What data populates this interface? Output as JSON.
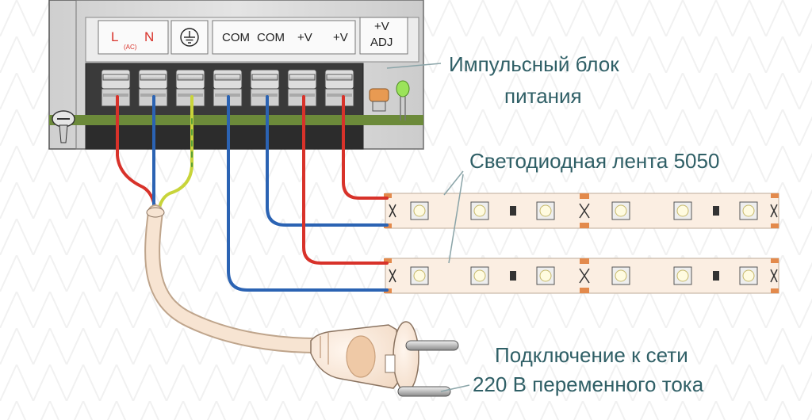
{
  "psu": {
    "label_line1": "Импульсный блок",
    "label_line2": "питания",
    "terminals": {
      "l": "L",
      "ac": "(AC)",
      "n": "N",
      "com1": "COM",
      "com2": "COM",
      "v1": "+V",
      "v2": "+V",
      "adj_top": "+V",
      "adj_bottom": "ADJ"
    }
  },
  "strip": {
    "label": "Светодиодная лента 5050"
  },
  "plug": {
    "label_line1": "Подключение к сети",
    "label_line2": "220 В переменного тока"
  },
  "colors": {
    "red_wire": "#d8322a",
    "blue_wire": "#2b63b3",
    "yellow_green_wire": "#c8d43a",
    "callout_text": "#2f5f66",
    "strip_base": "#fbeee2",
    "psu_body": "#d6d6d6"
  },
  "icons": {
    "ground": "ground-symbol-icon",
    "screw": "screw-icon",
    "led": "indicator-led-icon",
    "scissors": "scissors-cut-mark-icon"
  }
}
